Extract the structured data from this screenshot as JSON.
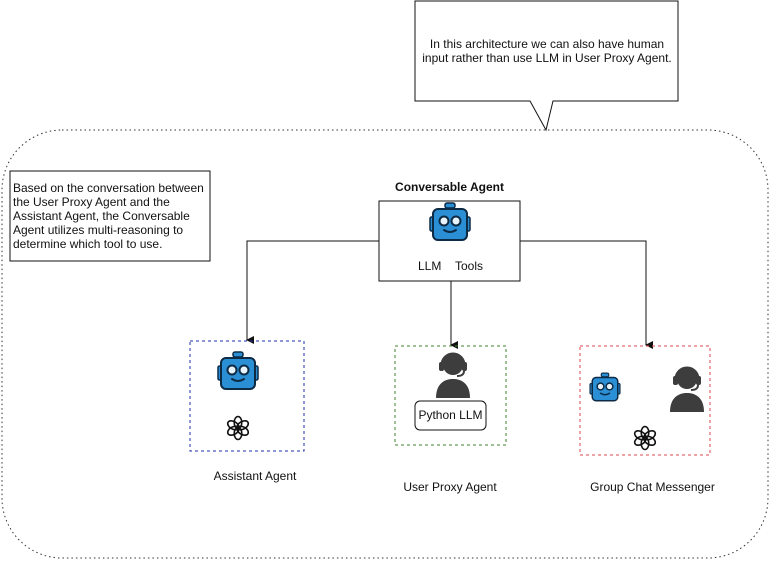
{
  "callout": {
    "text": "In this architecture we can also have human input rather than use LLM in User Proxy Agent."
  },
  "note": {
    "text": "Based on the conversation between the User Proxy Agent and the Assistant Agent, the Conversable Agent utilizes multi-reasoning to determine which tool to use."
  },
  "conversable_agent": {
    "title": "Conversable Agent",
    "llm_label": "LLM",
    "tools_label": "Tools",
    "icon": "robot-icon"
  },
  "assistant_agent": {
    "label": "Assistant Agent",
    "icons": [
      "robot-icon",
      "openai-icon"
    ],
    "border_color": "#1f2fa8"
  },
  "user_proxy_agent": {
    "label": "User Proxy Agent",
    "button_label": "Python LLM",
    "icons": [
      "human-headset-icon"
    ],
    "border_color": "#3f7f2a"
  },
  "group_chat_messenger": {
    "label": "Group Chat Messenger",
    "icons": [
      "robot-icon",
      "human-headset-icon",
      "openai-icon"
    ],
    "border_color": "#e0474c"
  },
  "colors": {
    "robot_blue": "#2b8fd6",
    "robot_outline": "#0d2b45",
    "person_gray": "#3d3d3d"
  }
}
